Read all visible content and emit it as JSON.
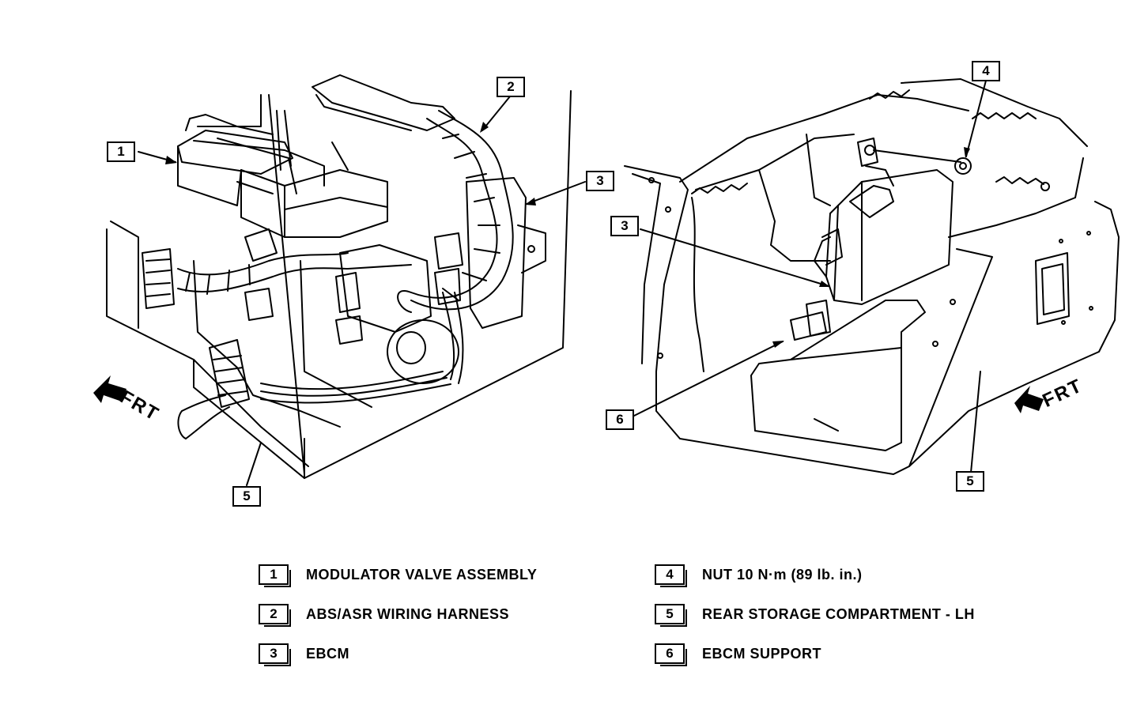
{
  "callouts": {
    "left_view": {
      "c1": "1",
      "c2": "2",
      "c3": "3",
      "c5": "5"
    },
    "right_view": {
      "c3": "3",
      "c4": "4",
      "c5": "5",
      "c6": "6"
    }
  },
  "direction_label": "FRT",
  "legend": [
    {
      "num": "1",
      "text": "MODULATOR VALVE ASSEMBLY"
    },
    {
      "num": "2",
      "text": "ABS/ASR WIRING HARNESS"
    },
    {
      "num": "3",
      "text": "EBCM"
    },
    {
      "num": "4",
      "text": "NUT 10 N·m (89 lb. in.)"
    },
    {
      "num": "5",
      "text": "REAR STORAGE COMPARTMENT - LH"
    },
    {
      "num": "6",
      "text": "EBCM SUPPORT"
    }
  ],
  "colors": {
    "line": "#000000",
    "background": "#ffffff"
  }
}
